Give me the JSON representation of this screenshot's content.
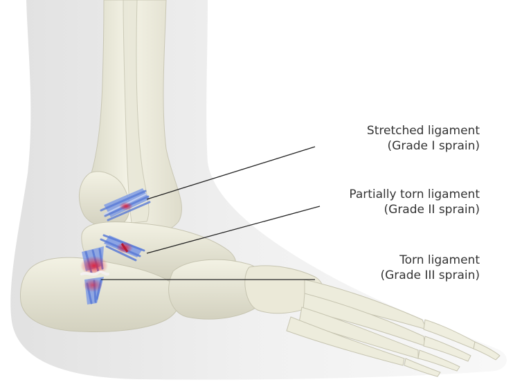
{
  "callouts": [
    {
      "line1": "Stretched ligament",
      "line2": "(Grade I sprain)"
    },
    {
      "line1": "Partially torn ligament",
      "line2": "(Grade II sprain)"
    },
    {
      "line1": "Torn ligament",
      "line2": "(Grade III sprain)"
    }
  ],
  "colors": {
    "bone": "#efeee0",
    "bone_shadow": "#d6d5c4",
    "skin": "#ebebeb",
    "ligament": "#6f8fe0",
    "injury": "#d8243a",
    "leader_line": "#222222"
  }
}
